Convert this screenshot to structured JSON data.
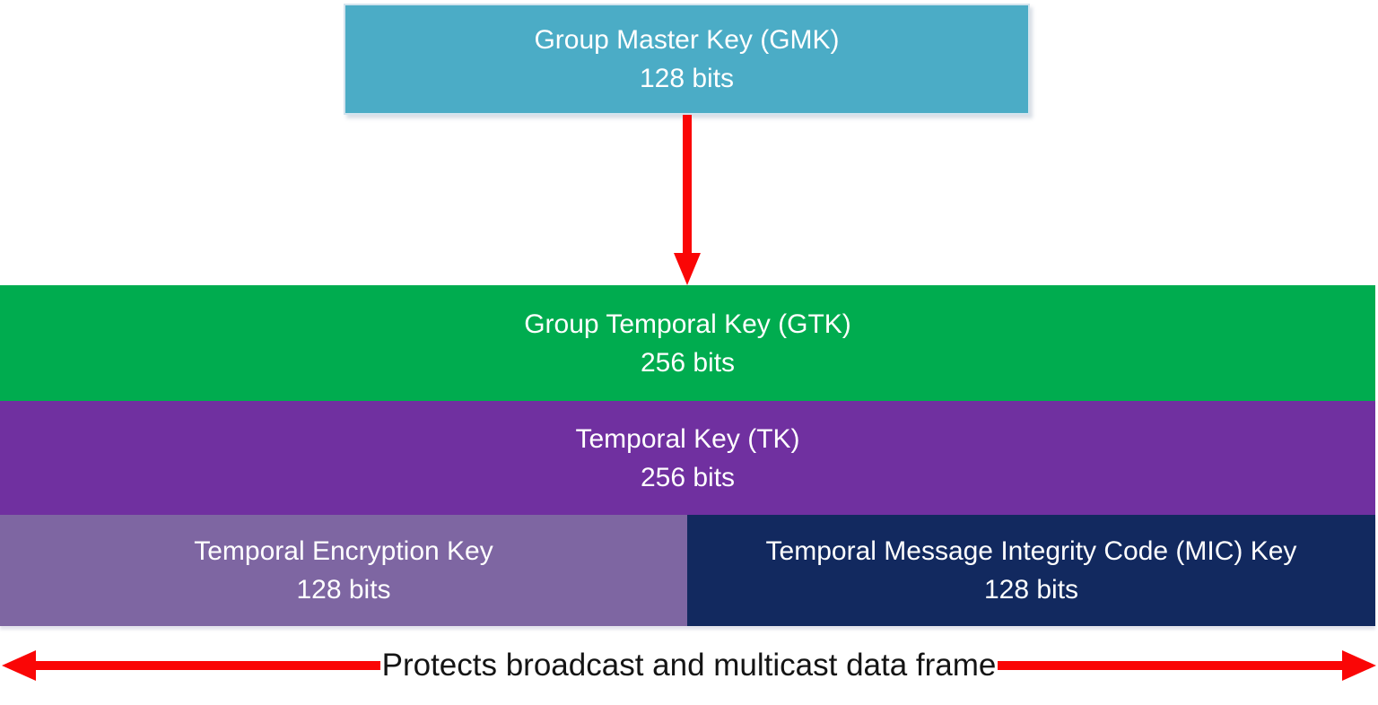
{
  "diagram": {
    "boxes": {
      "gmk": {
        "label": "Group Master Key (GMK)",
        "size": "128 bits"
      },
      "gtk": {
        "label": "Group Temporal Key (GTK)",
        "size": "256 bits"
      },
      "tk": {
        "label": "Temporal Key (TK)",
        "size": "256 bits"
      },
      "tek": {
        "label": "Temporal Encryption Key",
        "size": "128 bits"
      },
      "mic": {
        "label": "Temporal Message Integrity Code (MIC) Key",
        "size": "128 bits"
      }
    },
    "caption": "Protects broadcast and multicast data frame",
    "colors": {
      "gmk": "#4BACC6",
      "gtk": "#00AC4F",
      "tk": "#7030A0",
      "tek": "#7E66A2",
      "mic": "#12295F",
      "arrow": "#FA0606",
      "caption_text": "#141414"
    }
  }
}
